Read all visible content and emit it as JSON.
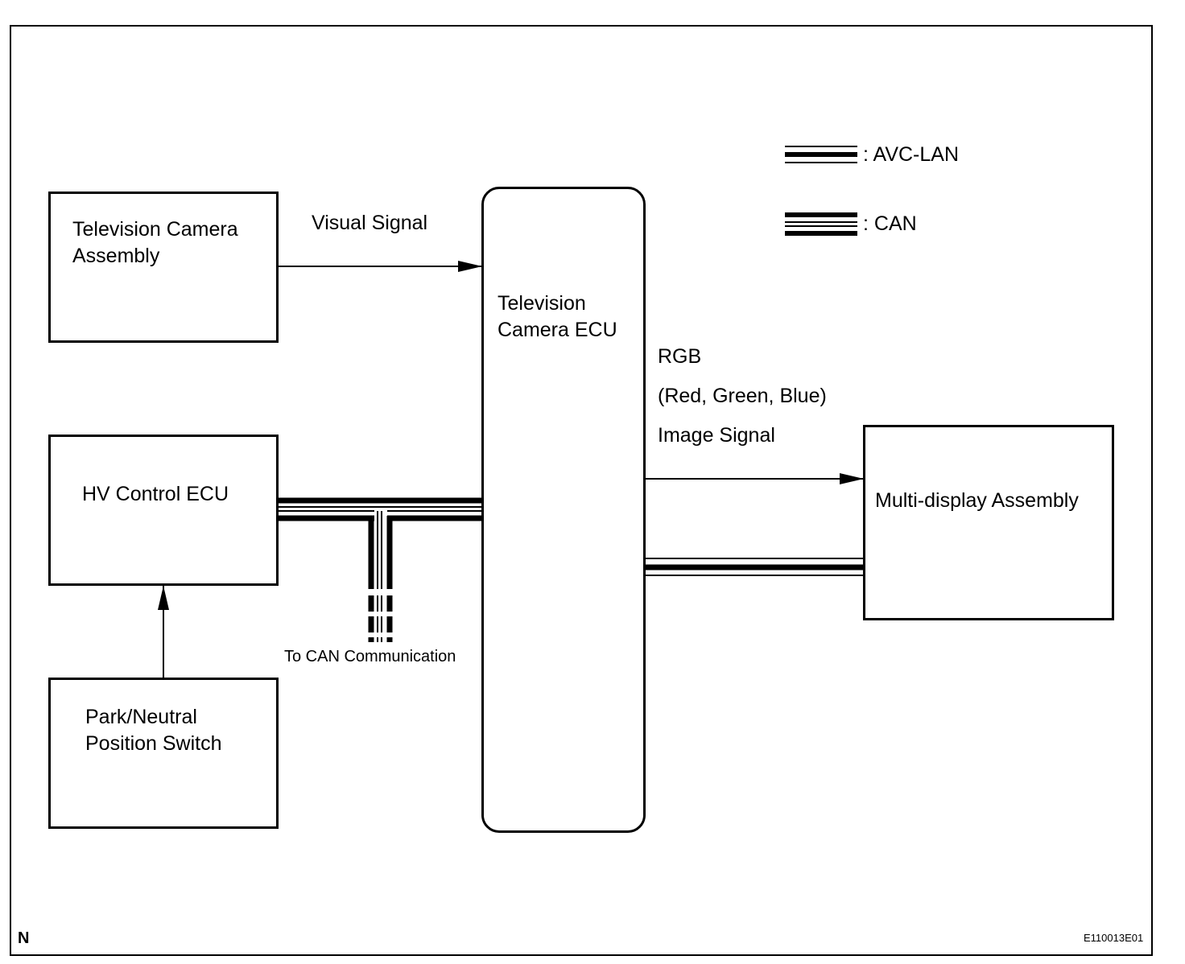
{
  "blocks": {
    "camera_assembly": "Television Camera\nAssembly",
    "hv_control_ecu": "HV Control ECU",
    "pn_switch": "Park/Neutral\nPosition Switch",
    "camera_ecu": "Television\nCamera ECU",
    "multi_display": "Multi-display Assembly"
  },
  "signals": {
    "visual_signal": "Visual Signal",
    "rgb_line1": "RGB",
    "rgb_line2": "(Red, Green, Blue)",
    "rgb_line3": "Image Signal",
    "to_can": "To CAN Communication"
  },
  "legend": {
    "avc_lan": ": AVC-LAN",
    "can": ": CAN"
  },
  "corner": {
    "left": "N",
    "right": "E110013E01"
  }
}
